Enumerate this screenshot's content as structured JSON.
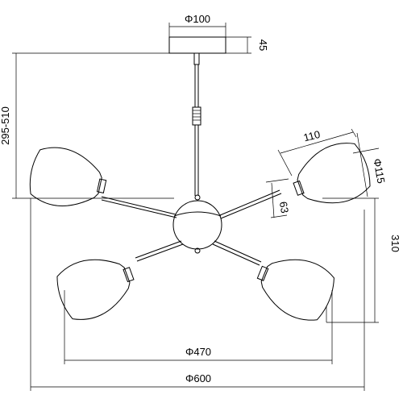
{
  "drawing": {
    "title": "",
    "dimensions": {
      "canopy_diameter": "Φ100",
      "canopy_height": "45",
      "drop_length": "295-510",
      "shade_length": "110",
      "shade_diameter": "Φ115",
      "shade_neck": "63",
      "total_height": "310",
      "inner_span": "Φ470",
      "outer_span": "Φ600"
    },
    "colors": {
      "line": "#000000",
      "background": "#ffffff"
    }
  }
}
